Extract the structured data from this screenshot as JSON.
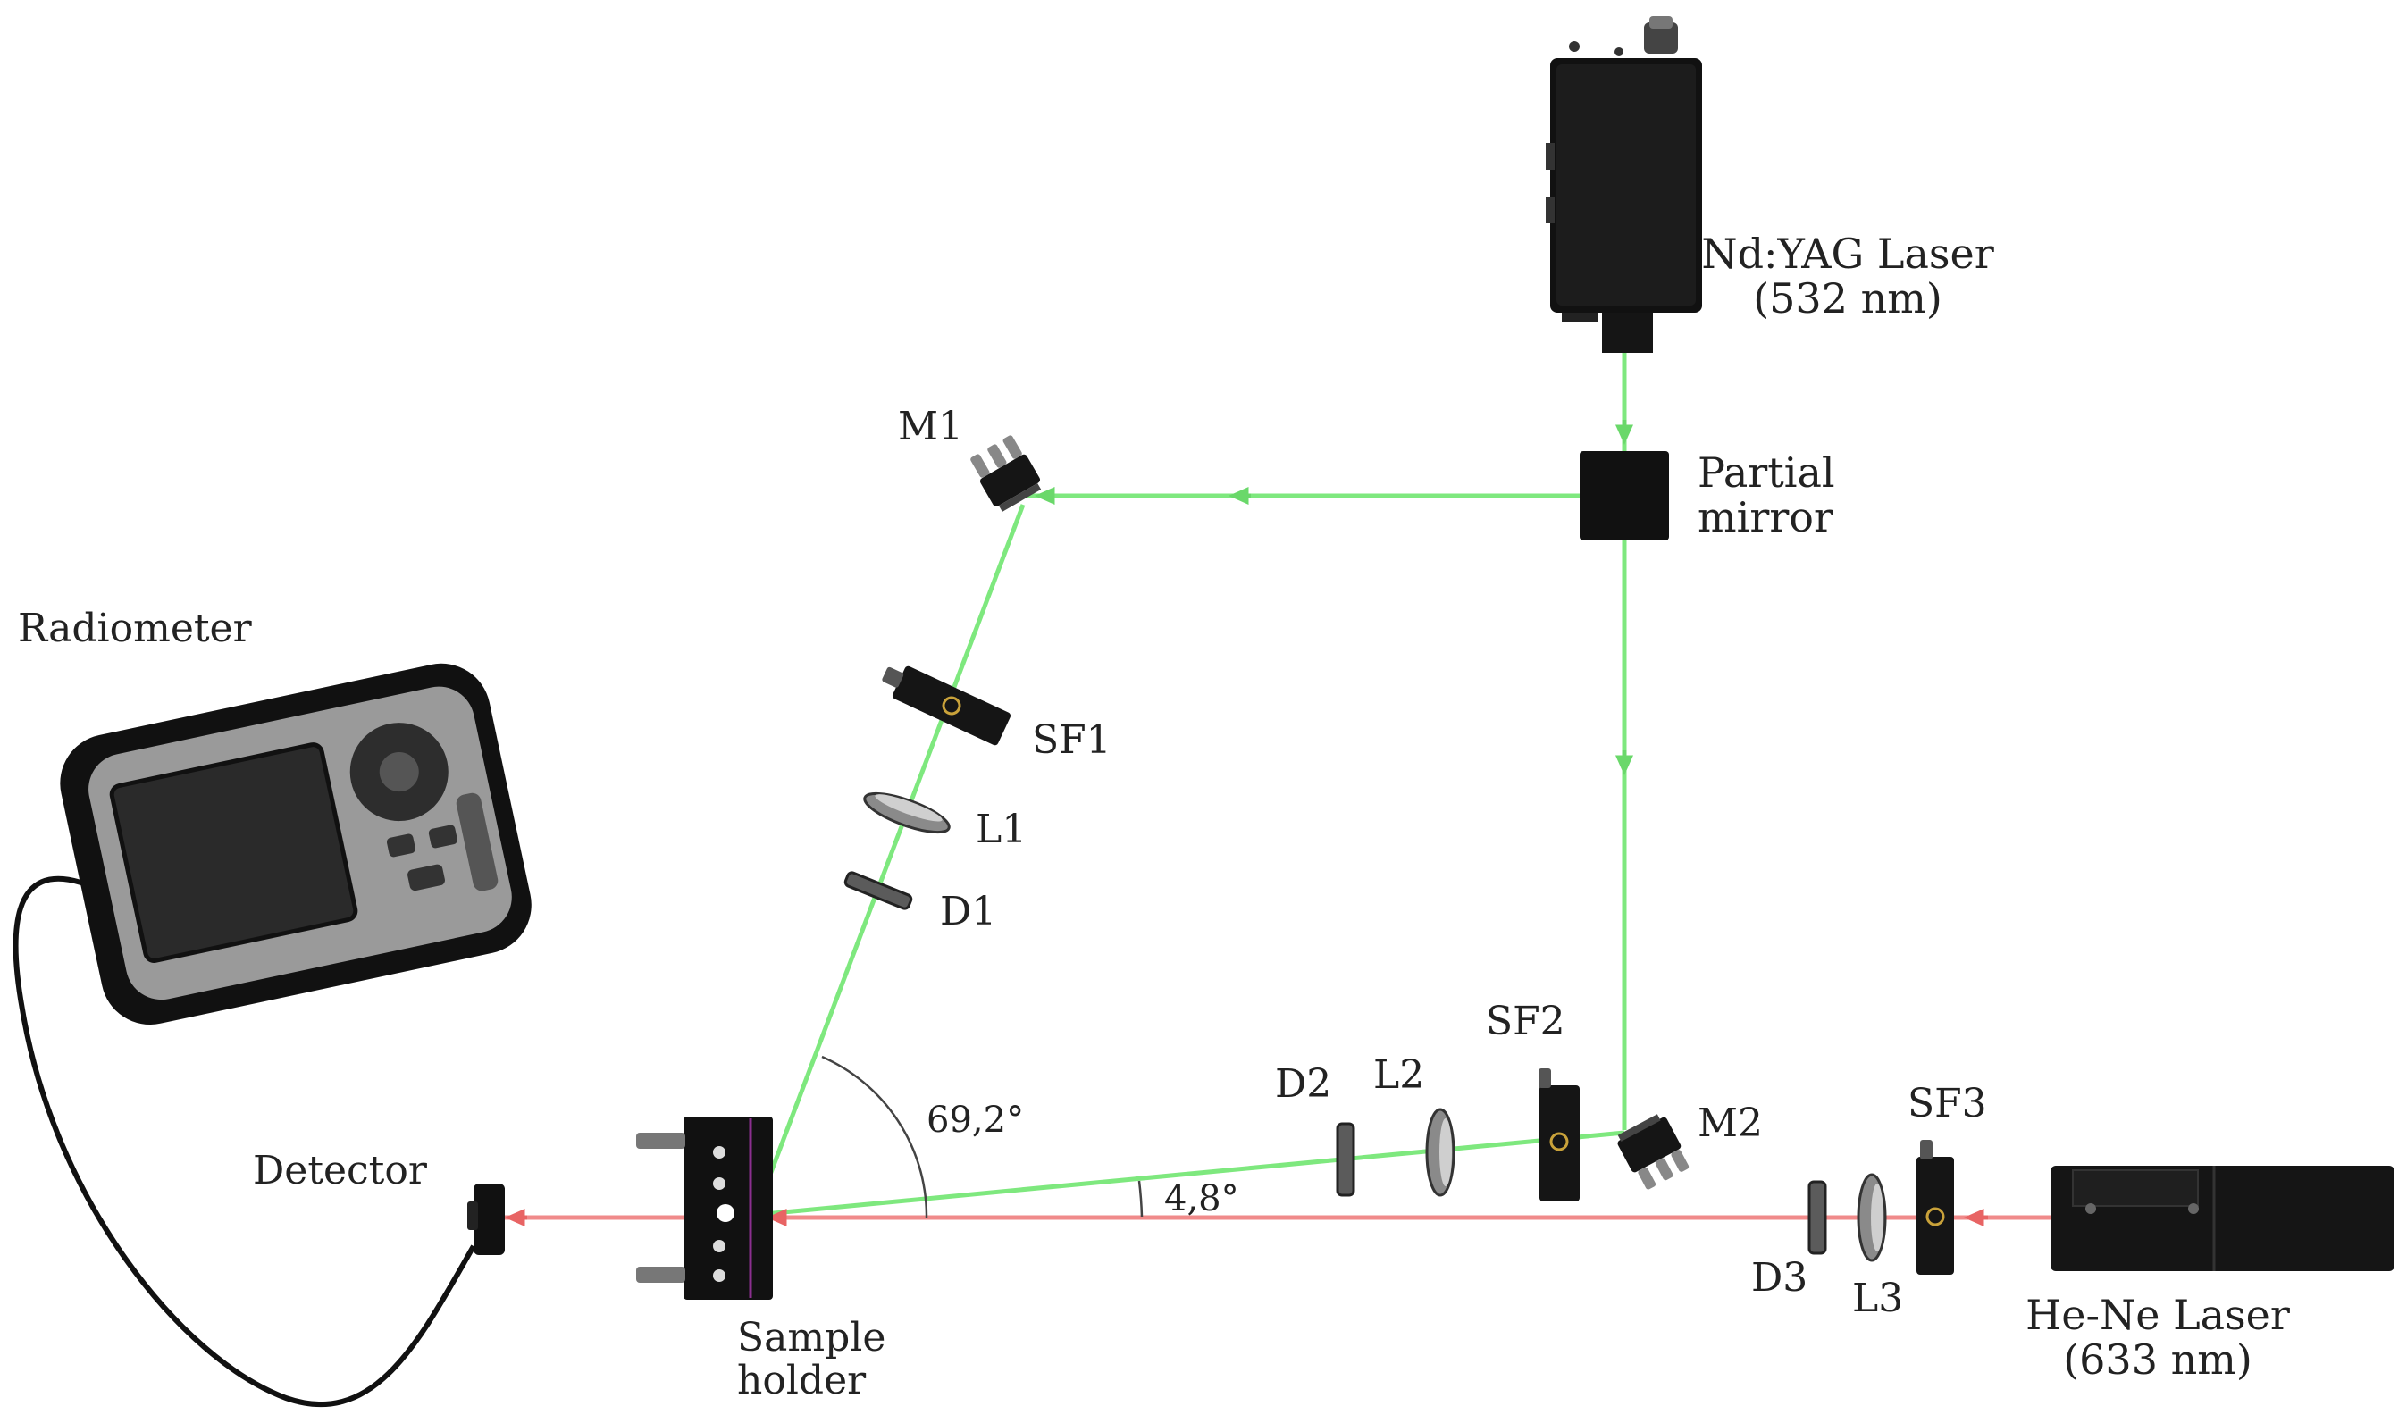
{
  "labels": {
    "ndyag_line1": "Nd:YAG Laser",
    "ndyag_line2": "(532 nm)",
    "partial_line1": "Partial",
    "partial_line2": "mirror",
    "m1": "M1",
    "m2": "M2",
    "sf1": "SF1",
    "sf2": "SF2",
    "sf3": "SF3",
    "l1": "L1",
    "l2": "L2",
    "l3": "L3",
    "d1": "D1",
    "d2": "D2",
    "d3": "D3",
    "radiometer": "Radiometer",
    "detector": "Detector",
    "sample_line1": "Sample",
    "sample_line2": "holder",
    "hene_line1": "He-Ne Laser",
    "hene_line2": "(633 nm)"
  },
  "angles": {
    "upper": "69,2°",
    "lower": "4,8°"
  },
  "colors": {
    "green_beam": "#7ee87e",
    "red_beam": "#f08a8a",
    "device": "#111111"
  }
}
